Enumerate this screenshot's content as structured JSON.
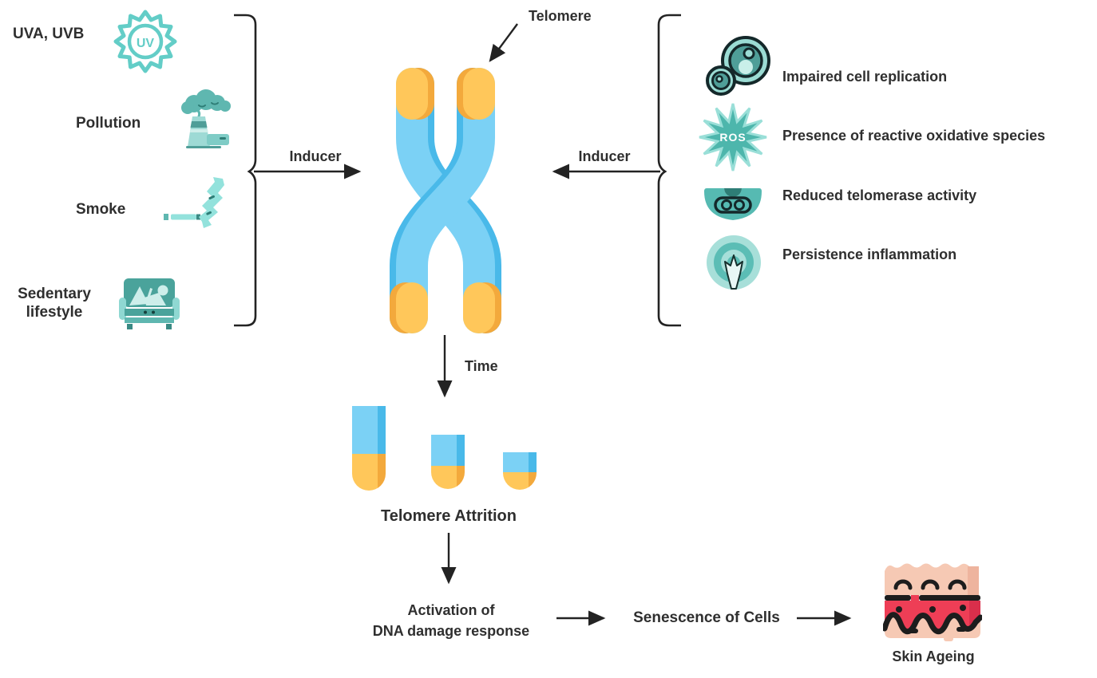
{
  "colors": {
    "background": "#ffffff",
    "text": "#2f2f2f",
    "line": "#232323",
    "teal": "#4db6ac",
    "teal_light": "#9bdcd4",
    "teal_dark": "#2e7d76",
    "chromosome_blue": "#7bd1f5",
    "chromosome_blue_dark": "#49b9e9",
    "telomere_yellow": "#ffc75a",
    "telomere_yellow_dark": "#f3a93c",
    "skin_pink": "#f6c9b4",
    "skin_red": "#ee3e56"
  },
  "labels": {
    "telomere": "Telomere",
    "inducer_left": "Inducer",
    "inducer_right": "Inducer",
    "time": "Time",
    "telomere_attrition": "Telomere Attrition",
    "activation_line1": "Activation of",
    "activation_line2": "DNA damage response",
    "senescence": "Senescence of Cells",
    "skin_ageing": "Skin Ageing"
  },
  "left_factors": {
    "items": [
      {
        "label": "UVA, UVB",
        "icon": "uv-sun-icon"
      },
      {
        "label": "Pollution",
        "icon": "factory-icon"
      },
      {
        "label": "Smoke",
        "icon": "cigarette-icon"
      },
      {
        "label_line1": "Sedentary",
        "label_line2": "lifestyle",
        "icon": "couch-icon"
      }
    ]
  },
  "right_factors": {
    "items": [
      {
        "label": "Impaired cell replication",
        "icon": "cell-replication-icon"
      },
      {
        "label": "Presence of reactive oxidative species",
        "icon": "ros-burst-icon"
      },
      {
        "label": "Reduced telomerase activity",
        "icon": "telomerase-icon"
      },
      {
        "label": "Persistence inflammation",
        "icon": "inflammation-icon"
      }
    ]
  },
  "icon_texts": {
    "uv": "UV",
    "ros": "ROS"
  }
}
